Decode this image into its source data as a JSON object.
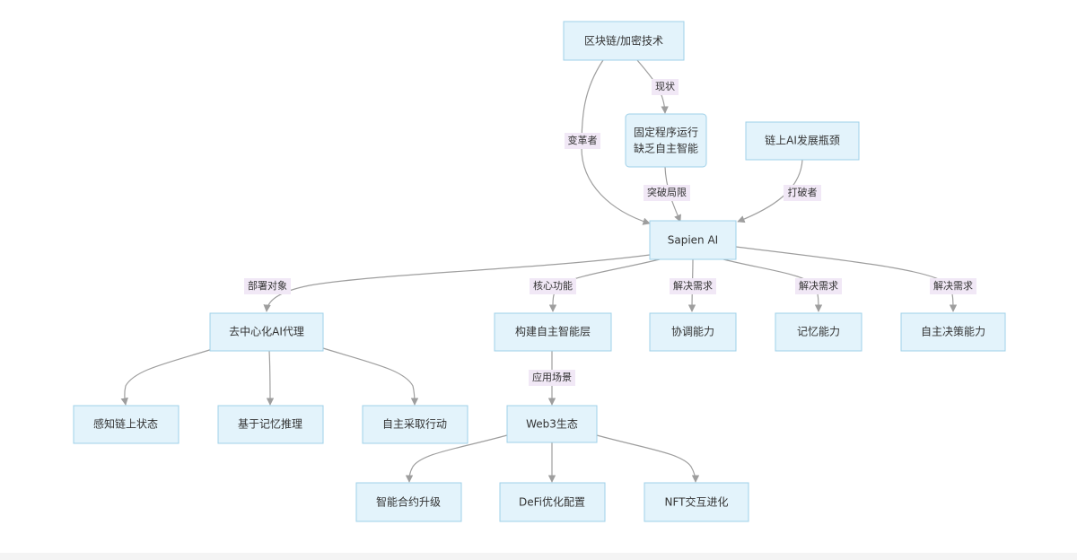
{
  "colors": {
    "node_fill": "#e3f3fb",
    "node_border": "#9fd0e8",
    "edge": "#9e9e9e",
    "label_bg": "#f1e8f6"
  },
  "nodes": {
    "blockchain": [
      "区块链/加密技术"
    ],
    "status_quo": [
      "固定程序运行",
      "缺乏自主智能"
    ],
    "bottleneck": [
      "链上AI发展瓶颈"
    ],
    "sapien": [
      "Sapien AI"
    ],
    "agent": [
      "去中心化AI代理"
    ],
    "autonomy_layer": [
      "构建自主智能层"
    ],
    "coordination": [
      "协调能力"
    ],
    "memory": [
      "记忆能力"
    ],
    "decision": [
      "自主决策能力"
    ],
    "perceive": [
      "感知链上状态"
    ],
    "reason": [
      "基于记忆推理"
    ],
    "act": [
      "自主采取行动"
    ],
    "web3": [
      "Web3生态"
    ],
    "contract": [
      "智能合约升级"
    ],
    "defi": [
      "DeFi优化配置"
    ],
    "nft": [
      "NFT交互进化"
    ]
  },
  "edge_labels": {
    "status": "现状",
    "changer": "变革者",
    "breakthrough": "突破局限",
    "breaker": "打破者",
    "deploy": "部署对象",
    "core": "核心功能",
    "need": "解决需求",
    "scenario": "应用场景"
  }
}
